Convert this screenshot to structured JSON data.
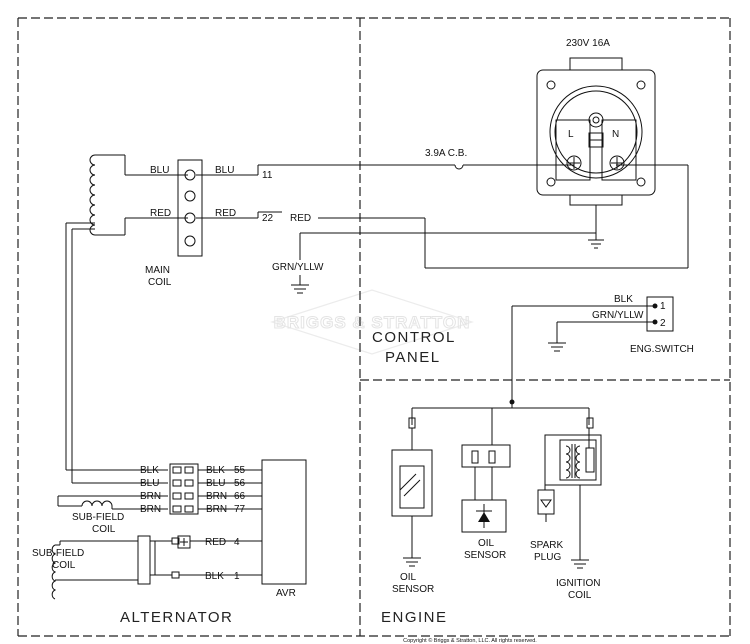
{
  "sections": {
    "control_panel": "CONTROL\nPANEL",
    "control_panel_line1": "CONTROL",
    "control_panel_line2": "PANEL",
    "alternator": "ALTERNATOR",
    "engine": "ENGINE"
  },
  "watermark": "BRIGGS & STRATTON",
  "copyright": "Copyright © Briggs & Stratton, LLC. All rights reserved.",
  "outlet": {
    "rating": "230V 16A",
    "live": "L",
    "neutral": "N"
  },
  "breaker": "3.9A C.B.",
  "main_coil": {
    "label_line1": "MAIN",
    "label_line2": "COIL",
    "left_top": "BLU",
    "left_bottom": "RED",
    "right_top": "BLU",
    "right_bottom": "RED",
    "wire_top": "11",
    "wire_bottom": "22"
  },
  "panel_wires": {
    "red": "RED",
    "ground": "GRN/YLLW"
  },
  "eng_switch": {
    "label": "ENG.SWITCH",
    "wire1": "BLK",
    "wire2": "GRN/YLLW",
    "pin1": "1",
    "pin2": "2"
  },
  "avr": {
    "label": "AVR",
    "left_wires": [
      "BLK",
      "BLU",
      "BRN",
      "BRN"
    ],
    "right_wires": [
      "BLK",
      "BLU",
      "BRN",
      "BRN"
    ],
    "terminals": [
      "55",
      "56",
      "66",
      "77"
    ],
    "red_wire": "RED",
    "red_terminal": "4",
    "blk_wire": "BLK",
    "blk_terminal": "1"
  },
  "sub_field_coil_1": {
    "line1": "SUB-FIELD",
    "line2": "COIL"
  },
  "sub_field_coil_2": {
    "line1": "SUB-FIELD",
    "line2": "COIL"
  },
  "engine": {
    "oil_sensor_1": {
      "line1": "OIL",
      "line2": "SENSOR"
    },
    "oil_sensor_2": {
      "line1": "OIL",
      "line2": "SENSOR"
    },
    "spark_plug": {
      "line1": "SPARK",
      "line2": "PLUG"
    },
    "ignition_coil": {
      "line1": "IGNITION",
      "line2": "COIL"
    }
  }
}
